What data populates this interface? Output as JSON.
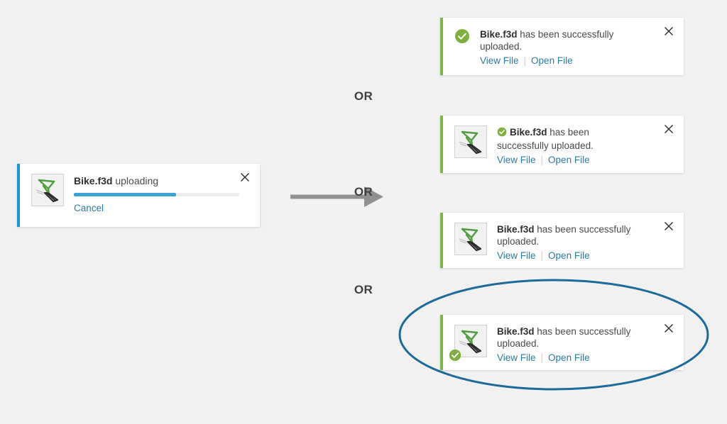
{
  "background_color": "#f1f1f1",
  "colors": {
    "accent_blue": "#1b94d0",
    "accent_green": "#7fb550",
    "link_blue": "#2c7ba0",
    "progress_fill": "#3ba2d4",
    "progress_track": "#ececec",
    "highlight_ellipse": "#1a6b99",
    "arrow_gray": "#919191",
    "text_gray": "#4a4a4a",
    "or_label": "#3f3f3f"
  },
  "uploading_card": {
    "file_name": "Bike.f3d",
    "status_text": " uploading",
    "progress_percent": 62,
    "cancel_label": "Cancel",
    "close_icon": "close-icon",
    "thumbnail_icon": "bike-thumbnail-icon",
    "accent": "blue"
  },
  "flow_arrow": {
    "icon": "arrow-right-icon"
  },
  "separators": [
    {
      "label": "OR"
    },
    {
      "label": "OR"
    },
    {
      "label": "OR"
    }
  ],
  "success_cards": [
    {
      "variant": "big-check-no-thumb",
      "file_name": "Bike.f3d",
      "message_text": " has been successfully uploaded.",
      "view_label": "View File",
      "separator": "|",
      "open_label": "Open File",
      "close_icon": "close-icon",
      "check_icon": "check-circle-icon",
      "has_thumbnail": false,
      "accent": "green"
    },
    {
      "variant": "thumb-with-inline-check",
      "file_name": "Bike.f3d",
      "message_text": " has been successfully uploaded.",
      "view_label": "View File",
      "separator": "|",
      "open_label": "Open File",
      "close_icon": "close-icon",
      "check_icon": "check-circle-icon",
      "thumbnail_icon": "bike-thumbnail-icon",
      "has_thumbnail": true,
      "accent": "green"
    },
    {
      "variant": "thumb-no-check",
      "file_name": "Bike.f3d",
      "message_text": " has been successfully uploaded.",
      "view_label": "View File",
      "separator": "|",
      "open_label": "Open File",
      "close_icon": "close-icon",
      "thumbnail_icon": "bike-thumbnail-icon",
      "has_thumbnail": true,
      "accent": "green"
    },
    {
      "variant": "thumb-with-badge-check",
      "file_name": "Bike.f3d",
      "message_text": " has been successfully uploaded.",
      "view_label": "View File",
      "separator": "|",
      "open_label": "Open File",
      "close_icon": "close-icon",
      "check_icon": "check-circle-badge-icon",
      "thumbnail_icon": "bike-thumbnail-icon",
      "has_thumbnail": true,
      "accent": "green",
      "highlighted": true
    }
  ],
  "highlight": {
    "shape": "ellipse",
    "stroke_color": "#1a6b99",
    "stroke_width": 3
  }
}
